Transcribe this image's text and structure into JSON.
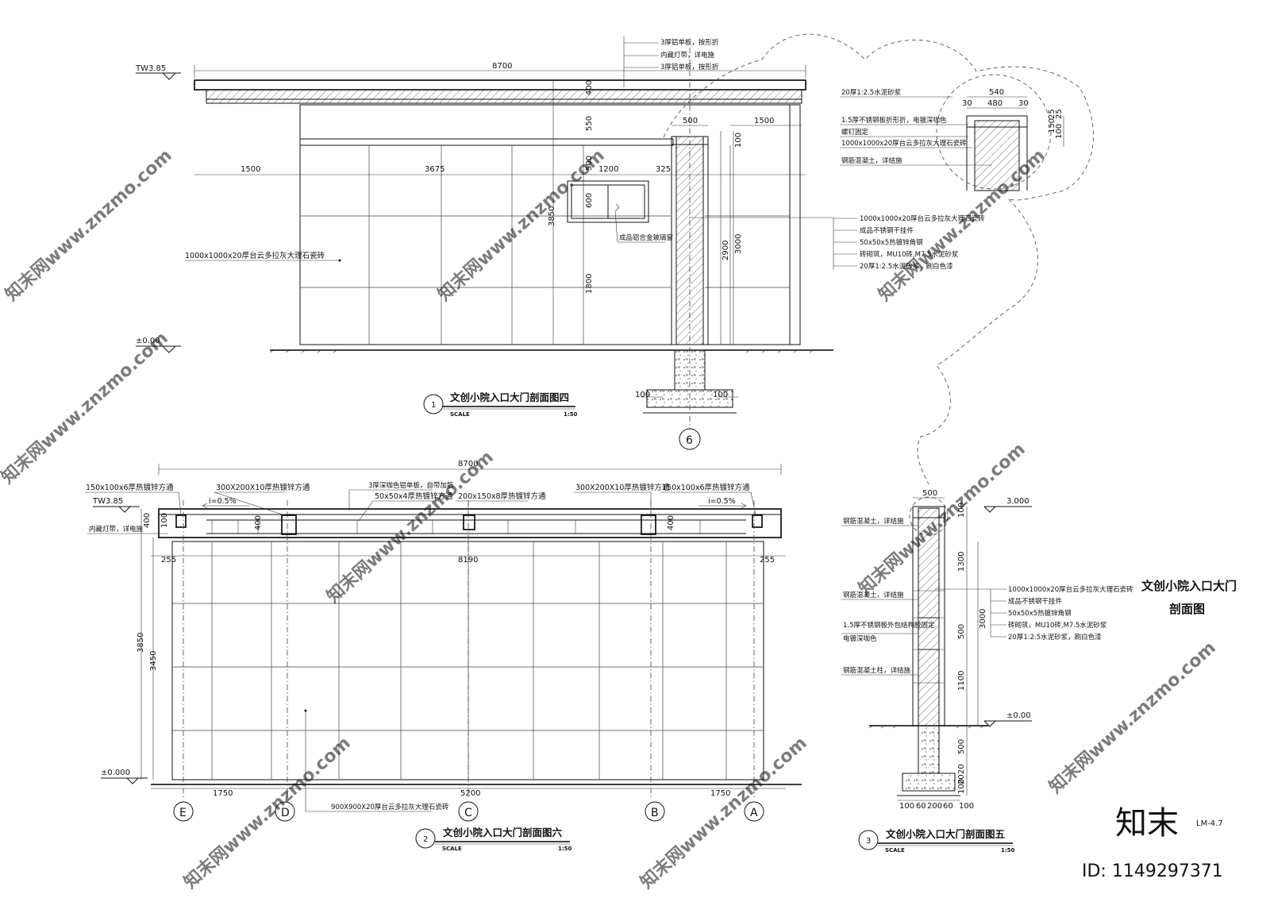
{
  "watermark": {
    "text": "知末网www.znzmo.com",
    "brand": "知末",
    "id_label": "ID: 1149297371"
  },
  "sheet_title": {
    "line1": "文创小院入口大门",
    "line2": "剖面图"
  },
  "sheet_number": "LM-4.7",
  "section1": {
    "number": "1",
    "title": "文创小院入口大门剖面图四",
    "scale_label": "SCALE",
    "scale": "1:50",
    "levels": {
      "top": "TW3.85",
      "ground": "±0.00"
    },
    "dims": {
      "total": "8700",
      "left": "1500",
      "mid": "3675",
      "win_w": "1200",
      "win_r": "325",
      "right": "1500",
      "post_w": "500",
      "h400": "400",
      "h550": "550",
      "h500": "500",
      "h600": "600",
      "h3850": "3850",
      "h1800": "1800",
      "h2900": "2900",
      "h3000": "3000",
      "h100": "100",
      "f100a": "100",
      "f100b": "100"
    },
    "notes": {
      "top1": "3厚铝单板，按形折",
      "top2": "内藏灯带，详电施",
      "top3": "3厚铝单板，按形折",
      "wall": "1000x1000x20厚台云多拉灰大理石瓷砖",
      "window": "成品铝合金玻璃窗",
      "r1": "1000x1000x20厚台云多拉灰大理石瓷砖",
      "r2": "成品不锈钢干挂件",
      "r3": "50x50x5热镀锌角钢",
      "r4": "砖砌筑，MU10砖,M7.5水泥砂浆",
      "r5": "20厚1:2.5水泥砂浆，刷白色漆"
    },
    "axis": "6"
  },
  "detail": {
    "dims": {
      "w540": "540",
      "s30a": "30",
      "w480": "480",
      "s30b": "30",
      "h25": "25",
      "h150": "150",
      "h25b": "25",
      "h100": "100"
    },
    "notes": {
      "d1": "20厚1:2.5水泥砂浆",
      "d2": "1.5厚不锈钢板折形折，电镀深咖色",
      "d3": "螺钉固定",
      "d4": "1000x1000x20厚台云多拉灰大理石瓷砖",
      "d5": "钢筋混凝土，详结施"
    }
  },
  "section2": {
    "number": "2",
    "title": "文创小院入口大门剖面图六",
    "scale_label": "SCALE",
    "scale": "1:50",
    "levels": {
      "top": "TW3.85",
      "ground": "±0.000"
    },
    "dims": {
      "total": "8700",
      "h400": "400",
      "inner": "8190",
      "l255": "255",
      "r255": "255",
      "h3850": "3850",
      "h3450": "3450",
      "b1750a": "1750",
      "b5200": "5200",
      "b1750b": "1750",
      "slope_a": "i=0.5%",
      "slope_b": "i=0.5%",
      "mid400a": "400",
      "mid400b": "400",
      "s100": "100"
    },
    "notes": {
      "n1": "150x100x6厚热镀锌方通",
      "n2": "300X200X10厚热镀锌方通",
      "n3": "3厚深咖色铝单板，自带加筋",
      "n4": "50x50x4厚热镀锌方通",
      "n5": "200x150x8厚热镀锌方通",
      "n6": "300X200X10厚热镀锌方通",
      "n7": "150x100x6厚热镀锌方通",
      "light": "内藏灯带，详电施",
      "bottom": "900X900X20厚台云多拉灰大理石瓷砖"
    },
    "axes": [
      "E",
      "D",
      "C",
      "B",
      "A"
    ]
  },
  "section3": {
    "number": "3",
    "title": "文创小院入口大门剖面图五",
    "scale_label": "SCALE",
    "scale": "1:50",
    "levels": {
      "top": "3.000",
      "ground": "±0.00"
    },
    "dims": {
      "w500": "500",
      "h100": "100",
      "h1300": "1300",
      "h3000": "3000",
      "h500": "500",
      "h1100": "1100",
      "f500": "500",
      "f20a": "20",
      "f20b": "20",
      "f100": "100",
      "b100a": "100",
      "b60a": "60",
      "b200": "200",
      "b60b": "60",
      "b100b": "100"
    },
    "notes": {
      "l1": "钢筋混凝土，详结施",
      "l2": "钢筋混凝土，详结施",
      "l3": "1.5厚不锈钢板外包结构胶固定",
      "l4": "电镀深咖色",
      "l5": "钢筋混凝土柱，详结施",
      "r1": "1000x1000x20厚台云多拉灰大理石瓷砖",
      "r2": "成品不锈钢干挂件",
      "r3": "50x50x5热镀锌角钢",
      "r4": "砖砌筑，MU10砖,M7.5水泥砂浆",
      "r5": "20厚1:2.5水泥砂浆，刷白色漆"
    }
  }
}
